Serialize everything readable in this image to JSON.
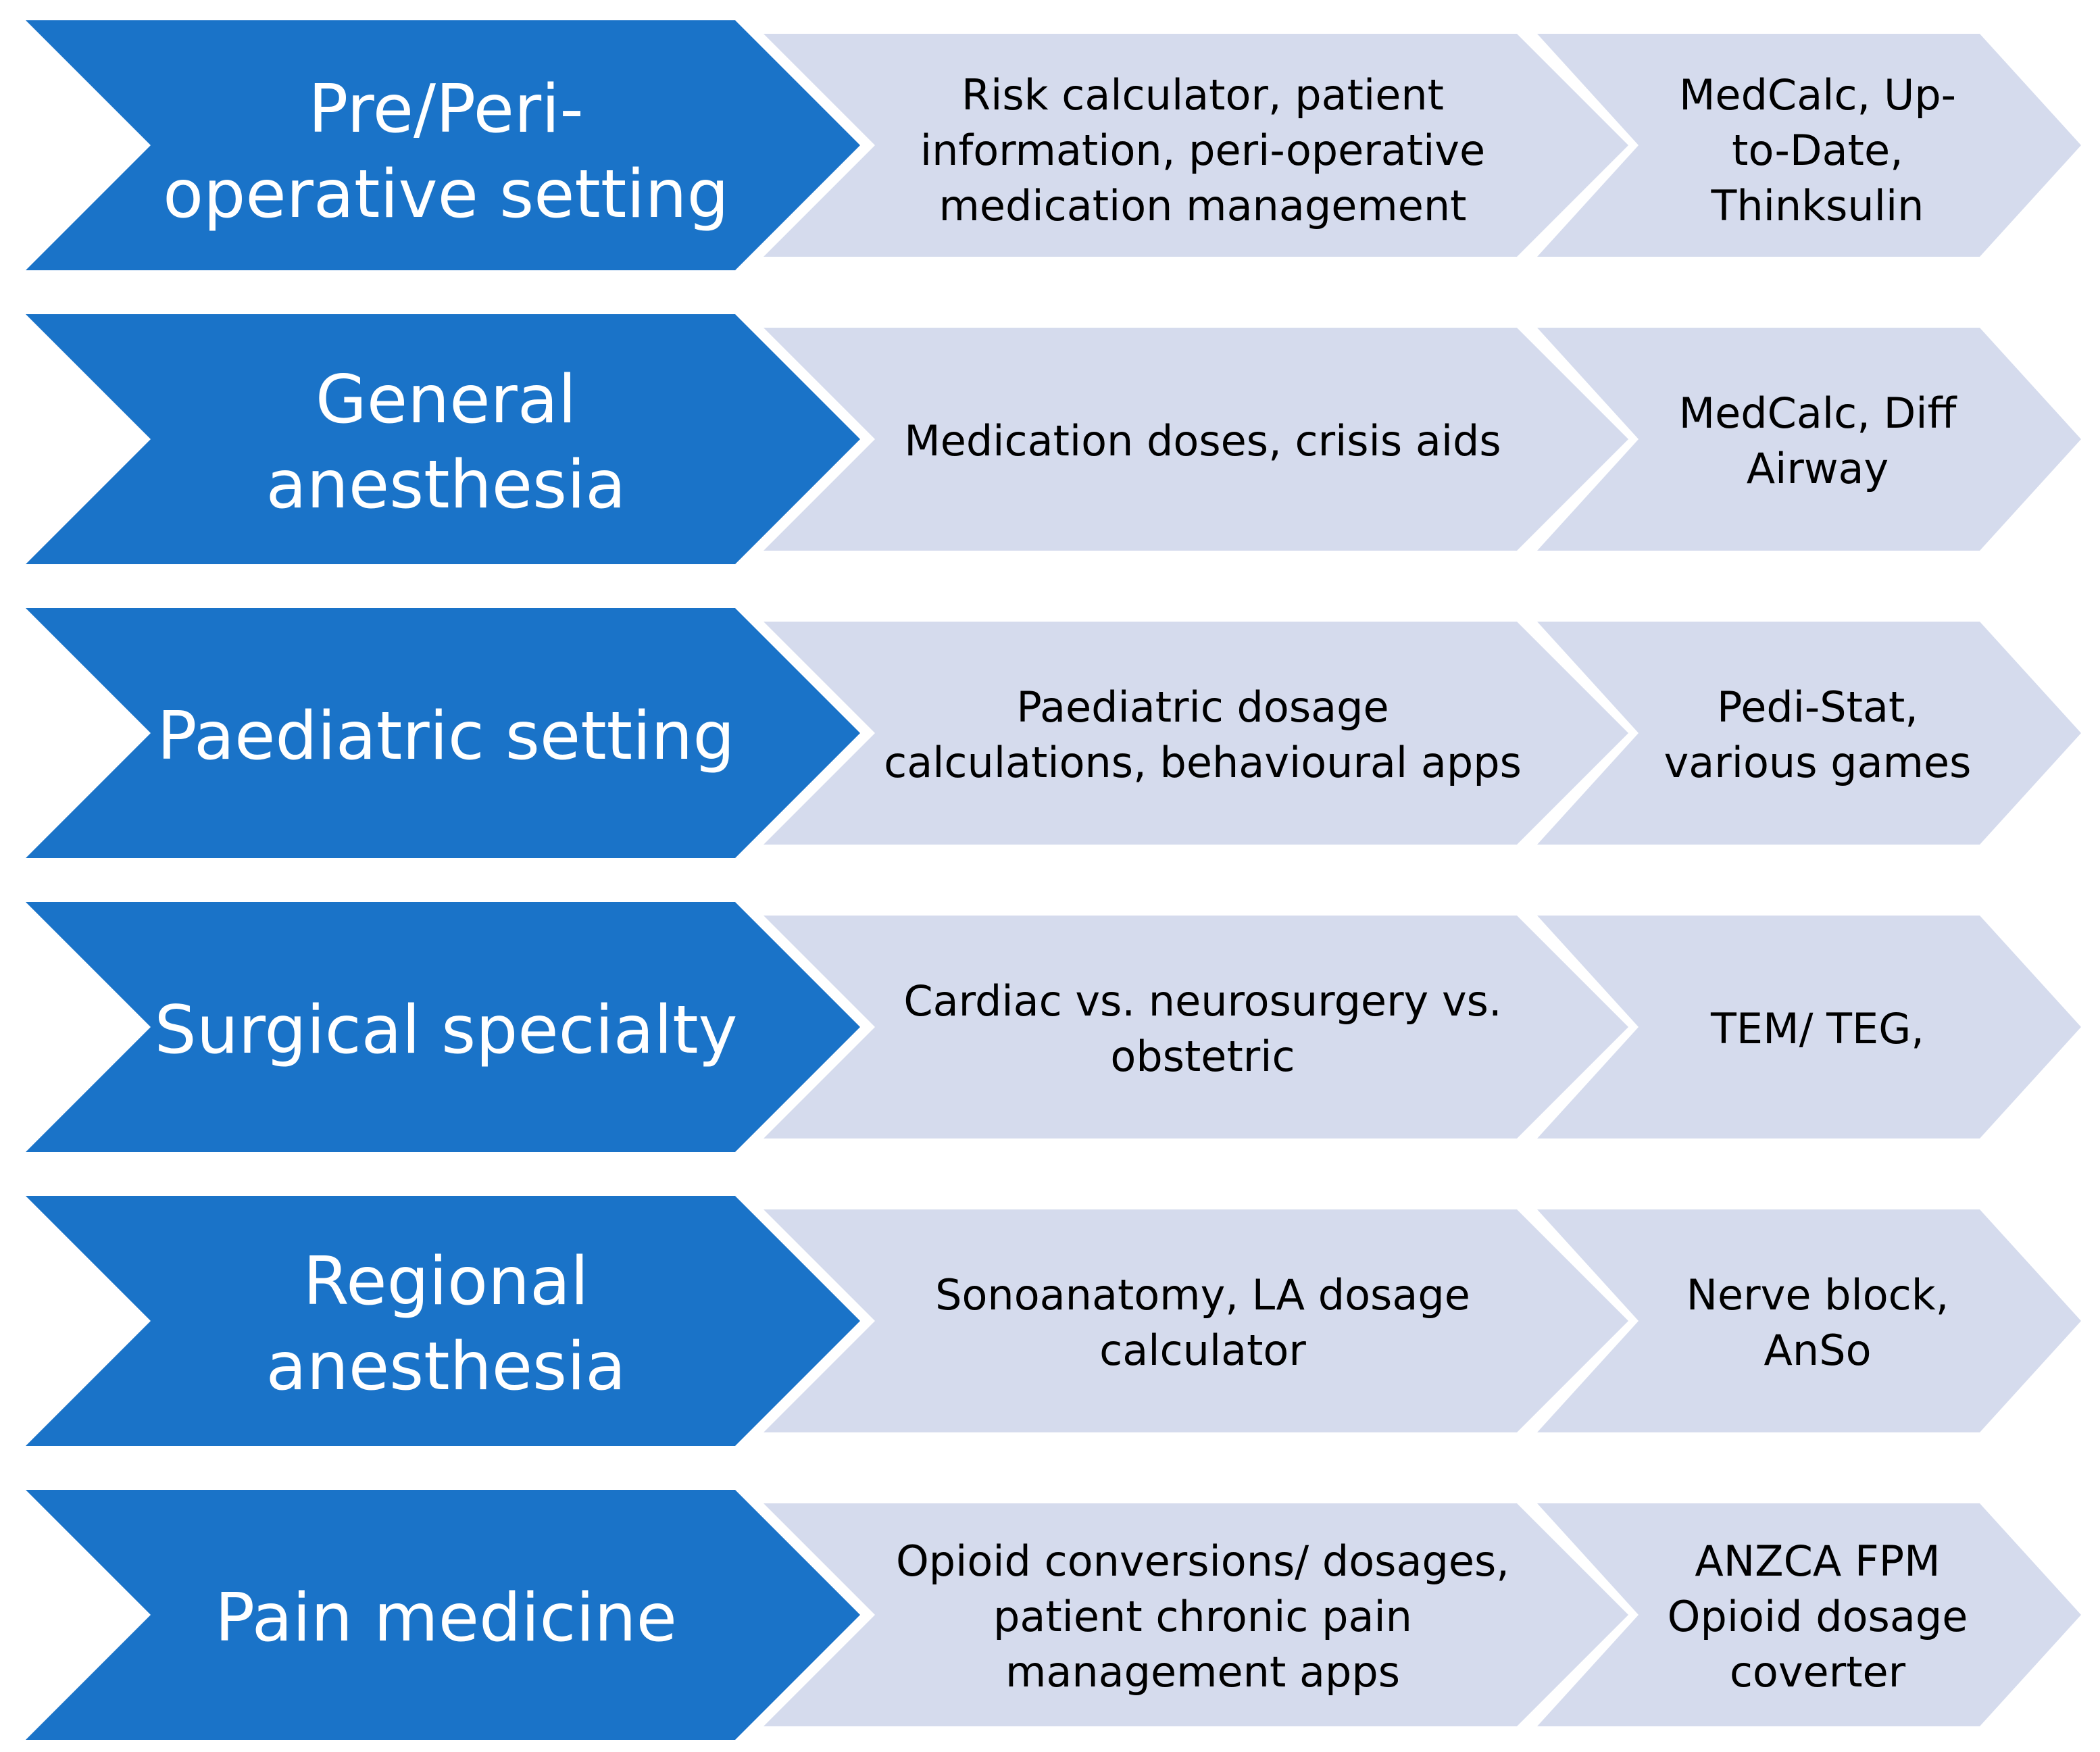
{
  "colors": {
    "category_fill": "#1a73c8",
    "detail_fill": "#d5dbed",
    "category_text": "#ffffff",
    "detail_text": "#000000"
  },
  "rows": [
    {
      "category": "Pre/Peri-\noperative setting",
      "description": "Risk calculator, patient\ninformation, peri-operative\nmedication management",
      "apps": "MedCalc, Up-\nto-Date,\nThinksulin"
    },
    {
      "category": "General\nanesthesia",
      "description": "Medication doses, crisis aids",
      "apps": "MedCalc, Diff\nAirway"
    },
    {
      "category": "Paediatric setting",
      "description": "Paediatric dosage\ncalculations, behavioural apps",
      "apps": "Pedi-Stat,\nvarious games"
    },
    {
      "category": "Surgical specialty",
      "description": "Cardiac vs. neurosurgery vs.\nobstetric",
      "apps": "TEM/ TEG,"
    },
    {
      "category": "Regional\nanesthesia",
      "description": "Sonoanatomy, LA dosage\ncalculator",
      "apps": "Nerve block,\nAnSo"
    },
    {
      "category": "Pain medicine",
      "description": "Opioid conversions/ dosages,\npatient chronic pain\nmanagement apps",
      "apps": "ANZCA FPM\nOpioid dosage\ncoverter"
    }
  ]
}
